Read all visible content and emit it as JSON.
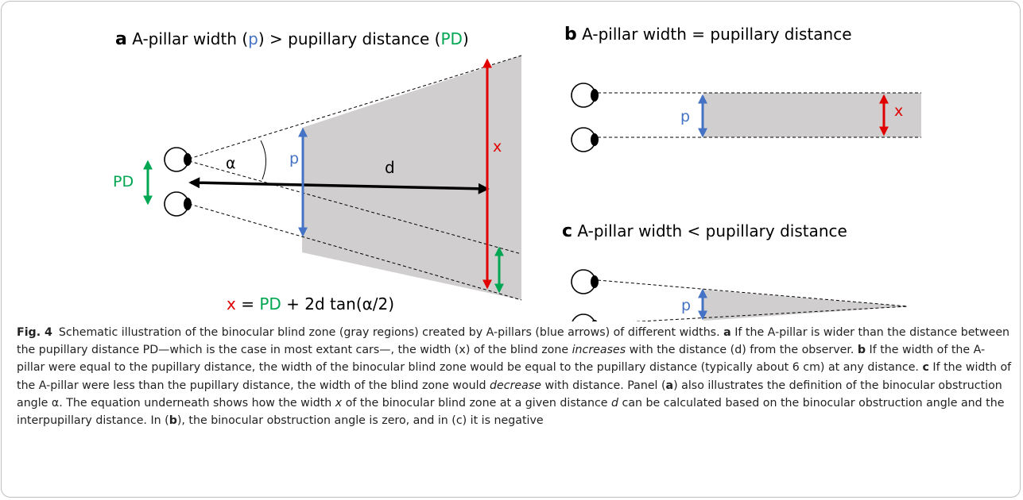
{
  "panel_a": {
    "letter": "a",
    "title_prefix": "A-pillar width (",
    "title_p": "p",
    "title_mid": ") > pupillary distance (",
    "title_pd": "PD",
    "title_suffix": ")",
    "label_alpha": "α",
    "label_p": "p",
    "label_d": "d",
    "label_x": "x",
    "label_pd": "PD",
    "eq_x": "x",
    "eq_eq": " = ",
    "eq_pd": "PD",
    "eq_rest": " + 2d tan(α/2)"
  },
  "panel_b": {
    "letter": "b",
    "title": "A-pillar width = pupillary distance",
    "label_p": "p",
    "label_x": "x"
  },
  "panel_c": {
    "letter": "c",
    "title": "A-pillar width < pupillary distance",
    "label_p": "p"
  },
  "colors": {
    "blue": "#4472c4",
    "red": "#e00000",
    "green": "#00a651",
    "gray": "#d0cece"
  },
  "caption": {
    "fig": "Fig. 4",
    "s1": "Schematic illustration of the binocular blind zone (gray regions) created by A-pillars (blue arrows) of different widths. ",
    "a1": "a",
    "s2": " If the A-pillar is wider than the distance between the pupillary distance PD—which is the case in most extant cars—, the width (x) of the blind zone ",
    "em1": "increases",
    "s3": " with the distance (d) from the observer. ",
    "b1": "b",
    "s4": " If the width of the A-pillar were equal to the pupillary distance, the width of the binocular blind zone would be equal to the pupillary distance (typically about 6 cm) at any distance. ",
    "c1": "c",
    "s5": " If the width of the A-pillar were less than the pupillary distance, the width of the blind zone would ",
    "em2": "decrease",
    "s6": " with distance. Panel (",
    "a2": "a",
    "s7": ") also illustrates the definition of the binocular obstruction angle α. The equation underneath shows how the width ",
    "em3": "x",
    "s8": " of the binocular blind zone at a given distance ",
    "em4": "d",
    "s9": " can be calculated based on the binocular obstruction angle and the interpupillary distance. In (",
    "b2": "b",
    "s10": "), the binocular obstruction angle is zero, and in (c) it is negative"
  }
}
